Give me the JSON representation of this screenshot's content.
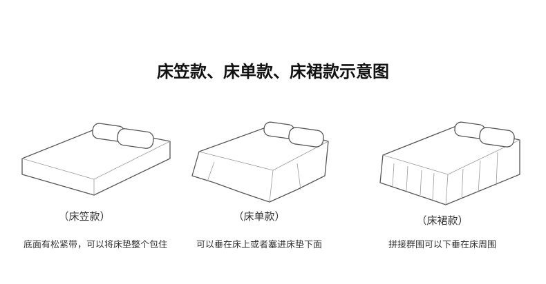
{
  "title": "床笠款、床单款、床裙款示意图",
  "items": [
    {
      "caption": "（床笠款）",
      "description": "底面有松紧带，可以将床垫整个包住"
    },
    {
      "caption": "（床单款）",
      "description": "可以垂在床上或者塞进床垫下面"
    },
    {
      "caption": "（床裙款）",
      "description": "拼接群围可以下垂在床周围"
    }
  ]
}
